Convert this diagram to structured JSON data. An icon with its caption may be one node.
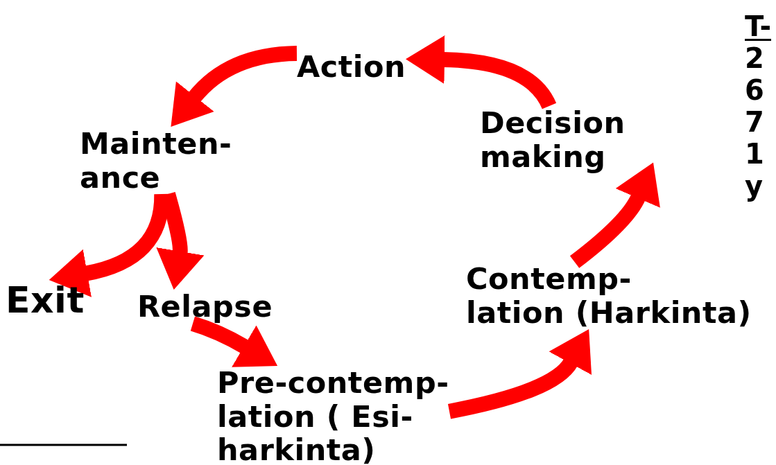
{
  "diagram": {
    "nodes": [
      {
        "text": [
          "Action"
        ]
      },
      {
        "text": [
          "Mainten- ance"
        ]
      },
      {
        "text": [
          "Exit"
        ]
      },
      {
        "text": [
          "Relapse"
        ]
      },
      {
        "text": [
          "Pre-contemp- lation ( Esi- harkinta)"
        ]
      },
      {
        "text": [
          "Contemp- lation (Harkinta)"
        ]
      },
      {
        "text": [
          "Decision making"
        ]
      }
    ],
    "edges": [
      {
        "from": 0,
        "to": 1,
        "arrow": "to"
      },
      {
        "from": 1,
        "to": 2,
        "arrow": "to"
      },
      {
        "from": 1,
        "to": 3,
        "arrow": "to"
      },
      {
        "from": 3,
        "to": 4,
        "arrow": "to"
      },
      {
        "from": 4,
        "to": 5,
        "arrow": "to"
      },
      {
        "from": 5,
        "to": 6,
        "arrow": "to"
      },
      {
        "from": 6,
        "to": 0,
        "arrow": "to"
      }
    ],
    "labels": [
      "T-",
      "2",
      "6",
      "7",
      "1",
      "y"
    ]
  }
}
